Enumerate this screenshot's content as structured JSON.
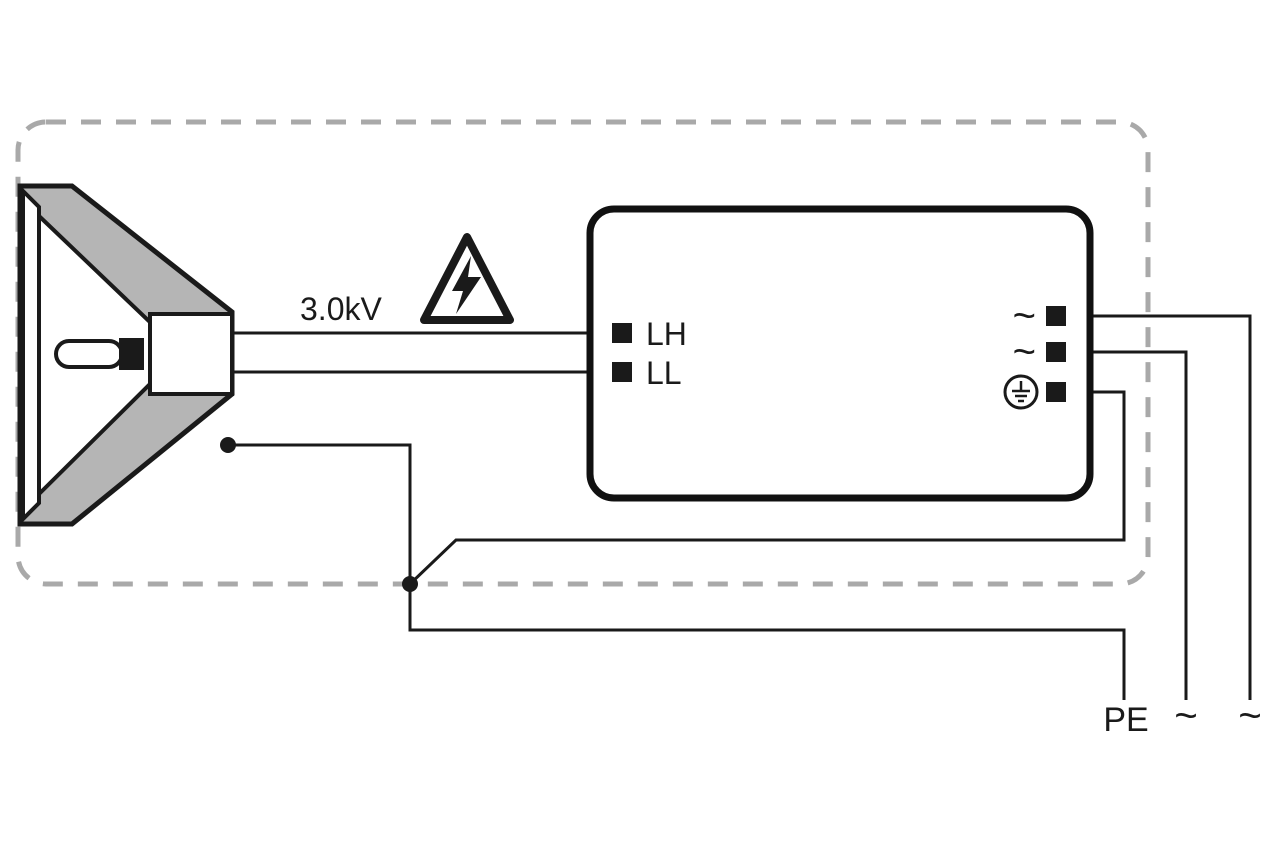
{
  "diagram": {
    "labels": {
      "voltage": "3.0kV",
      "lh": "LH",
      "ll": "LL",
      "ac_in_1": "~",
      "ac_in_2": "~",
      "pe": "PE",
      "ac_out_1": "~",
      "ac_out_2": "~"
    },
    "icons": {
      "warning": "high-voltage-warning-icon",
      "ground": "earth-ground-icon"
    },
    "colors": {
      "line": "#1a1a1a",
      "dashed_border": "#a9a9a9",
      "lamp_fill": "#b5b5b5",
      "bulb_fill": "#dcdcdc",
      "background": "#ffffff"
    }
  }
}
